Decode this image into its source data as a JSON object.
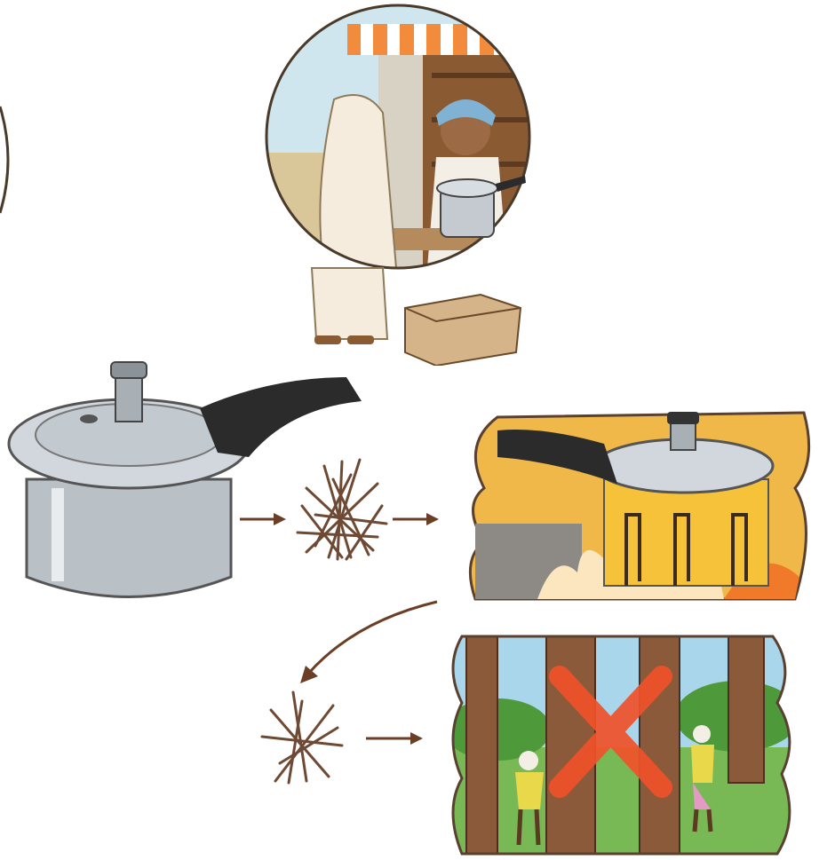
{
  "scenes": [
    {
      "id": "shop",
      "caption": ""
    },
    {
      "id": "pressure-cooker",
      "caption": ""
    },
    {
      "id": "small-firewood-pile",
      "caption": ""
    },
    {
      "id": "cooking-on-fire",
      "caption": ""
    },
    {
      "id": "less-firewood",
      "caption": ""
    },
    {
      "id": "forest-no-tree-cutting",
      "caption": ""
    }
  ],
  "colors": {
    "arrow": "#6b3f26",
    "wood": "#6e4a34",
    "cross": "#f0522a",
    "sky": "#a9d6ea",
    "grass": "#79b955",
    "cooker_metal": "#b9c0c6",
    "handle": "#2b2b2b"
  },
  "icons": [
    "cooker-icon",
    "firewood-icon",
    "fire-icon",
    "cross-icon",
    "tree-icon",
    "person-icon"
  ]
}
